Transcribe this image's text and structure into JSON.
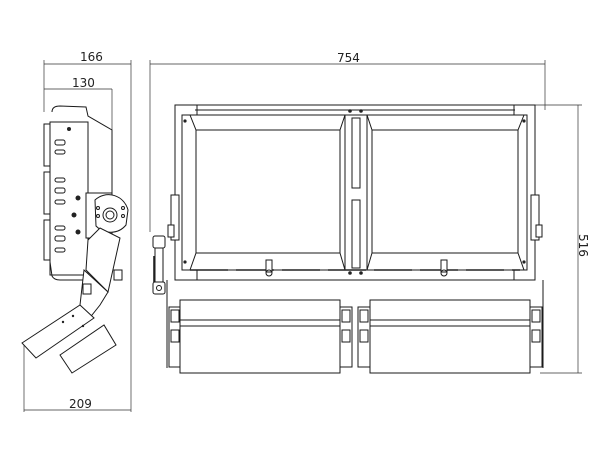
{
  "side_view": {
    "dim_overall_depth": "166",
    "dim_housing_depth": "130",
    "dim_tilted_width": "209"
  },
  "front_view": {
    "dim_width": "754",
    "dim_height": "516"
  }
}
